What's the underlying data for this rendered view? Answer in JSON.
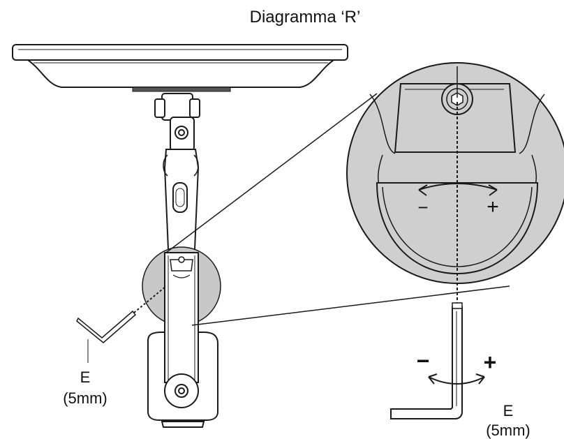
{
  "title": "Diagramma ‘R’",
  "left_tool": {
    "letter": "E",
    "size": "(5mm)"
  },
  "right_tool": {
    "letter": "E",
    "size": "(5mm)"
  },
  "minus_sign": "−",
  "plus_sign": "+",
  "detail_minus": "−",
  "detail_plus": "+",
  "colors": {
    "line": "#1a1a1a",
    "zoom_fill": "#cfcfcf",
    "highlight_fill": "#c8c8c8"
  }
}
